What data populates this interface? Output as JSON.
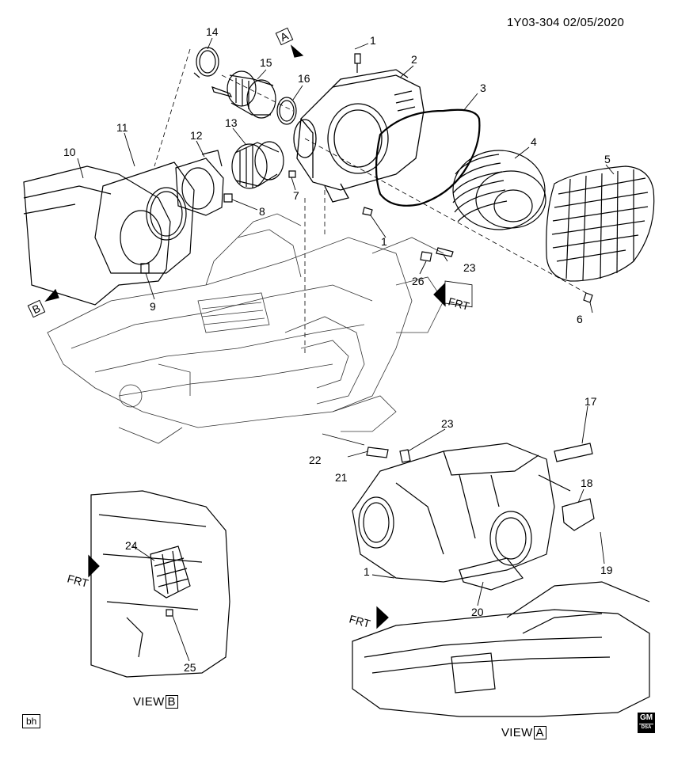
{
  "doc_id": "1Y03-304  02/05/2020",
  "view_a_label": "VIEW",
  "view_a_letter": "A",
  "view_b_label": "VIEW",
  "view_b_letter": "B",
  "marker_a": "A",
  "marker_b": "B",
  "frt_label": "FRT",
  "bh_tag": "bh",
  "gm_logo": "GM",
  "gm_sub": "DSA",
  "callouts": {
    "c1a": "1",
    "c1b": "1",
    "c1c": "1",
    "c2": "2",
    "c3": "3",
    "c4": "4",
    "c5": "5",
    "c6": "6",
    "c7": "7",
    "c8": "8",
    "c9": "9",
    "c10": "10",
    "c11": "11",
    "c12": "12",
    "c13": "13",
    "c14": "14",
    "c15": "15",
    "c16": "16",
    "c17": "17",
    "c18": "18",
    "c19": "19",
    "c20": "20",
    "c21": "21",
    "c22": "22",
    "c23a": "23",
    "c23b": "23",
    "c24": "24",
    "c25": "25",
    "c26": "26"
  }
}
